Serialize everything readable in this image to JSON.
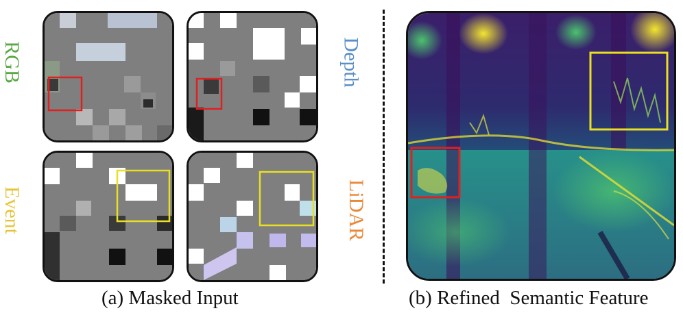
{
  "modalities": {
    "rgb": {
      "label": "RGB",
      "color": "#5aa844"
    },
    "depth": {
      "label": "Depth",
      "color": "#5b8fc8"
    },
    "event": {
      "label": "Event",
      "color": "#e6c43a"
    },
    "lidar": {
      "label": "LiDAR",
      "color": "#e8893a"
    }
  },
  "captions": {
    "left": "(a) Masked Input",
    "right": "(b) Refined  Semantic Feature"
  },
  "highlight_colors": {
    "red": "#e02020",
    "yellow": "#e8e020"
  },
  "tile_colors": {
    "gray": "#7f7f7f",
    "white": "#ffffff",
    "dark": "#141414"
  }
}
